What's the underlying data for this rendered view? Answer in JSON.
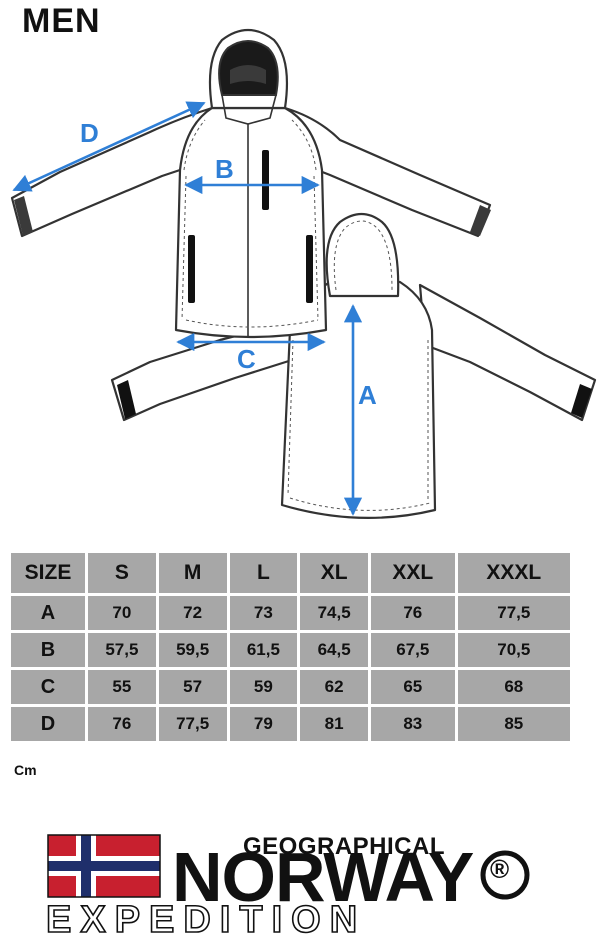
{
  "page": {
    "title": "MEN",
    "unit_label": "Cm"
  },
  "diagram": {
    "labels": {
      "A": "A",
      "B": "B",
      "C": "C",
      "D": "D"
    },
    "arrow_color": "#2f7fd6"
  },
  "size_table": {
    "header_label": "SIZE",
    "sizes": [
      "S",
      "M",
      "L",
      "XL",
      "XXL",
      "XXXL"
    ],
    "rows": [
      {
        "label": "A",
        "values": [
          "70",
          "72",
          "73",
          "74,5",
          "76",
          "77,5"
        ]
      },
      {
        "label": "B",
        "values": [
          "57,5",
          "59,5",
          "61,5",
          "64,5",
          "67,5",
          "70,5"
        ]
      },
      {
        "label": "C",
        "values": [
          "55",
          "57",
          "59",
          "62",
          "65",
          "68"
        ]
      },
      {
        "label": "D",
        "values": [
          "76",
          "77,5",
          "79",
          "81",
          "83",
          "85"
        ]
      }
    ],
    "cell_color": "#a7a7a7"
  },
  "brand": {
    "line1": "GEOGRAPHICAL",
    "line2": "NORWAY",
    "registered": "®",
    "line3": "EXPEDITION",
    "flag_colors": {
      "red": "#c8202f",
      "blue": "#1f2f6b",
      "white": "#ffffff"
    }
  }
}
